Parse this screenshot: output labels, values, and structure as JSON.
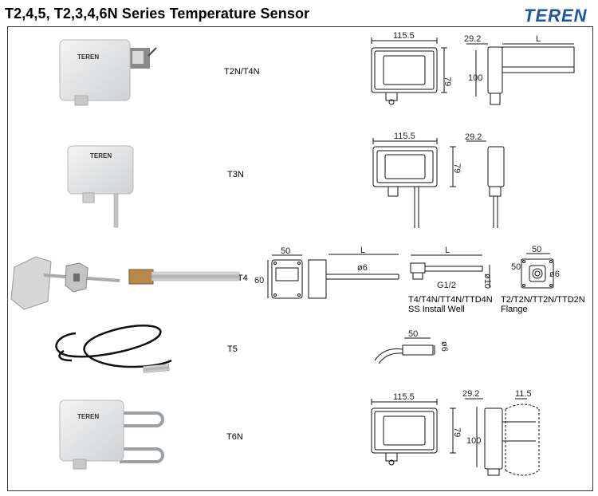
{
  "page_title": "T2,4,5, T2,3,4,6N Series Temperature Sensor",
  "brand": {
    "logo_text": "TEREN",
    "color": "#1a56a8"
  },
  "rows": [
    {
      "model": "T2N/T4N"
    },
    {
      "model": "T3N"
    },
    {
      "model": "T2/T4"
    },
    {
      "model": "T5"
    },
    {
      "model": "T6N"
    }
  ],
  "captions": {
    "install_well": [
      "T4/T4N/TT4N/TTD4N",
      "SS Install Well"
    ],
    "flange": [
      "T2/T2N/TT2N/TTD2N",
      "Flange"
    ]
  },
  "dimensions": {
    "d115": "115.5",
    "d79": "79",
    "d29": "29.2",
    "L": "L",
    "d100": "100",
    "d50": "50",
    "d60": "60",
    "phi6": "ø6",
    "phi10": "ø10",
    "g12": "G1/2",
    "d11": "11.5"
  },
  "product_labels": {
    "device_logo": "TEREN"
  }
}
